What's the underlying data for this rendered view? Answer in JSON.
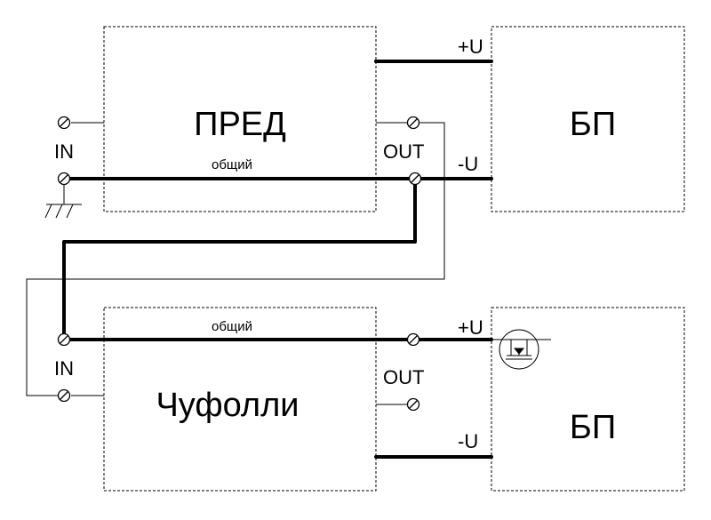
{
  "diagram": {
    "blocks": {
      "preamp": {
        "label": "ПРЕД"
      },
      "psu_top": {
        "label": "БП"
      },
      "chufolli": {
        "label": "Чуфолли"
      },
      "psu_bottom": {
        "label": "БП"
      }
    },
    "labels": {
      "in_top": "IN",
      "out_top": "OUT",
      "common_top": "общий",
      "plus_u_top": "+U",
      "minus_u_top": "-U",
      "in_bottom": "IN",
      "out_bottom": "OUT",
      "common_bottom": "общий",
      "plus_u_bottom": "+U",
      "minus_u_bottom": "-U"
    },
    "icons": [
      "ground-symbol",
      "screw-terminal",
      "mosfet-symbol"
    ]
  }
}
